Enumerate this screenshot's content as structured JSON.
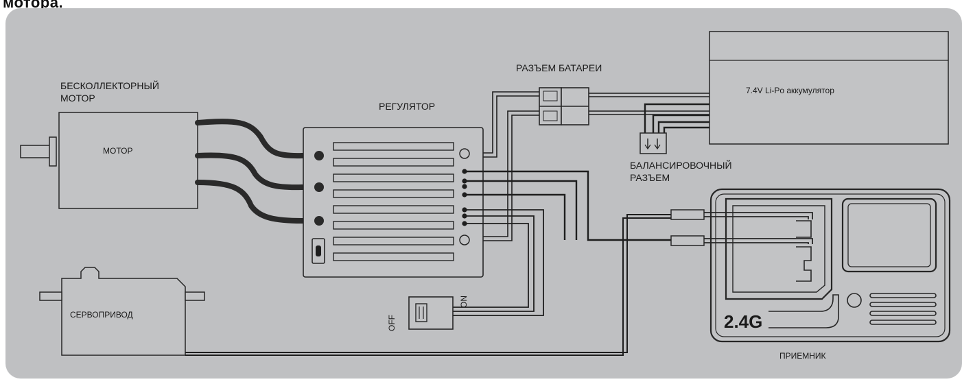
{
  "page": {
    "title": "мотора."
  },
  "colors": {
    "panel_fill": "#bfc0c2",
    "component_outline": "#262626",
    "wire": "#1e1e1e",
    "component_fill": "#c2c3c5"
  },
  "components": {
    "motor_heading_line1": "БЕСКОЛЛЕКТОРНЫЙ",
    "motor_heading_line2": "МОТОР",
    "motor_body": "МОТОР",
    "esc": "РЕГУЛЯТОР",
    "battery_connector": "РАЗЪЕМ БАТАРЕИ",
    "battery": "7.4V Li-Po аккумулятор",
    "balance_line1": "БАЛАНСИРОВОЧНЫЙ",
    "balance_line2": "РАЗЪЕМ",
    "servo": "СЕРВОПРИВОД",
    "receiver": "ПРИЕМНИК",
    "receiver_badge": "2.4G",
    "switch_off": "OFF",
    "switch_on": "ON"
  }
}
